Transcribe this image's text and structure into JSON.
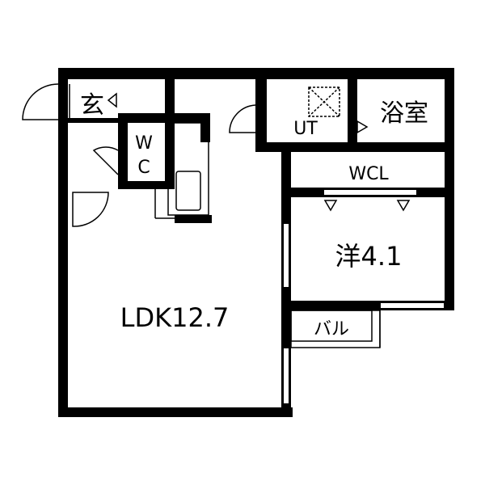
{
  "floorplan": {
    "rooms": {
      "entrance": "玄",
      "wc_line1": "W",
      "wc_line2": "C",
      "utility": "UT",
      "bathroom": "浴室",
      "walk_in_closet": "WCL",
      "western_room": "洋4.1",
      "ldk": "LDK12.7",
      "balcony": "バル"
    }
  },
  "colors": {
    "wall": "#000000",
    "background": "#ffffff",
    "fixture": "#000000"
  }
}
